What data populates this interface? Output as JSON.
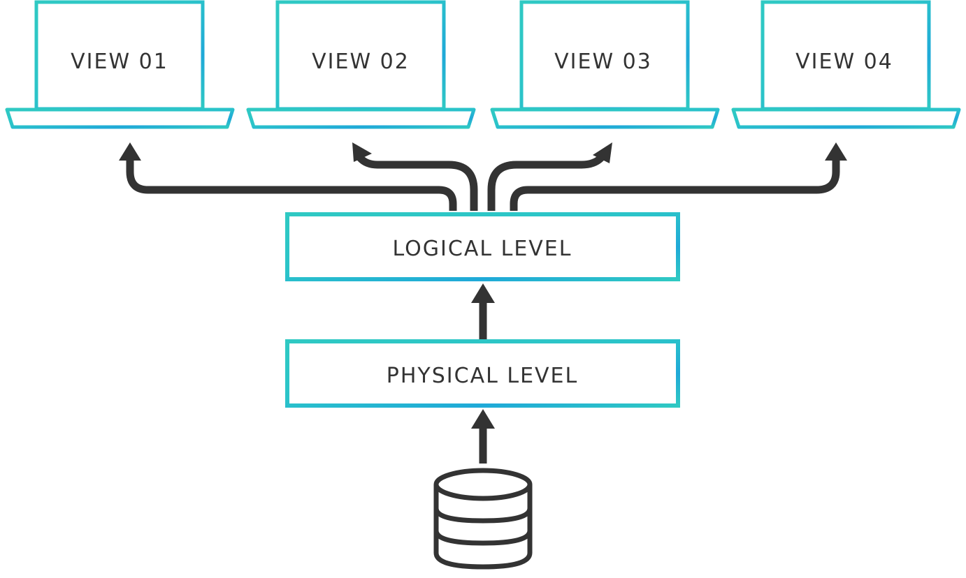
{
  "views": [
    {
      "label": "VIEW 01"
    },
    {
      "label": "VIEW 02"
    },
    {
      "label": "VIEW 03"
    },
    {
      "label": "VIEW 04"
    }
  ],
  "logical_level": {
    "label": "LOGICAL LEVEL"
  },
  "physical_level": {
    "label": "PHYSICAL LEVEL"
  },
  "database": {
    "icon": "database-icon"
  },
  "colors": {
    "teal": "#2cc5c5",
    "blue": "#1fa5d6",
    "arrow": "#333333",
    "text": "#333333"
  }
}
